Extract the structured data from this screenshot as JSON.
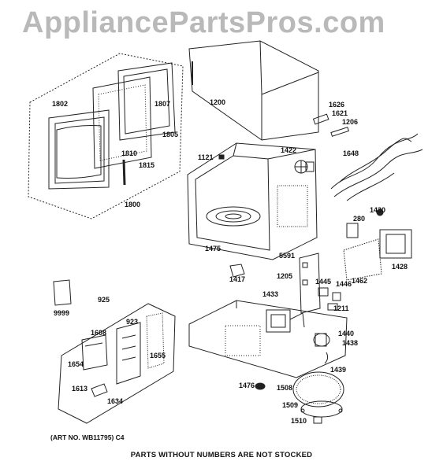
{
  "watermark": "AppliancePartsPros.com",
  "part_labels": {
    "p1802": "1802",
    "p1807": "1807",
    "p1200": "1200",
    "p1626": "1626",
    "p1621": "1621",
    "p1206": "1206",
    "p1805": "1805",
    "p1810": "1810",
    "p1815": "1815",
    "p1121": "1121",
    "p1422": "1422",
    "p1648": "1648",
    "p1800": "1800",
    "p1430": "1430",
    "p280": "280",
    "p1475": "1475",
    "p5591": "5591",
    "p1428": "1428",
    "p1417": "1417",
    "p1205": "1205",
    "p1445": "1445",
    "p1446": "1446",
    "p1462": "1462",
    "p9999": "9999",
    "p925": "925",
    "p1433": "1433",
    "p1211": "1211",
    "p923": "923",
    "p1608": "1608",
    "p1440": "1440",
    "p1438": "1438",
    "p1654": "1654",
    "p1655": "1655",
    "p1439": "1439",
    "p1476": "1476",
    "p1508": "1508",
    "p1613": "1613",
    "p1634": "1634",
    "p1509": "1509",
    "p1510": "1510"
  },
  "art_number": "(ART NO. WB11795) C4",
  "footer_note": "PARTS WITHOUT NUMBERS ARE NOT STOCKED"
}
